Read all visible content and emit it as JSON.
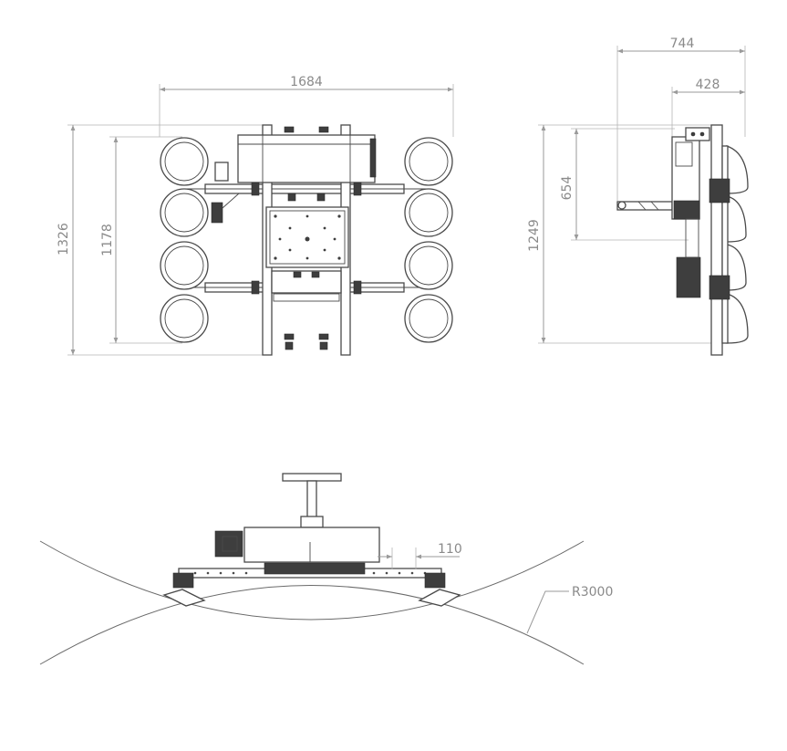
{
  "top_view": {
    "width_dim": "1684",
    "outer_height_dim": "1326",
    "inner_height_dim": "1178"
  },
  "side_view": {
    "depth_dim": "744",
    "inner_depth_dim": "428",
    "height_dim": "1249",
    "arm_height_dim": "654"
  },
  "curve_view": {
    "offset_dim": "110",
    "radius_label": "R3000"
  },
  "colors": {
    "line": "#4a4a4a",
    "dimension": "#9a9a9a",
    "dimension_text": "#8a8a8a"
  }
}
